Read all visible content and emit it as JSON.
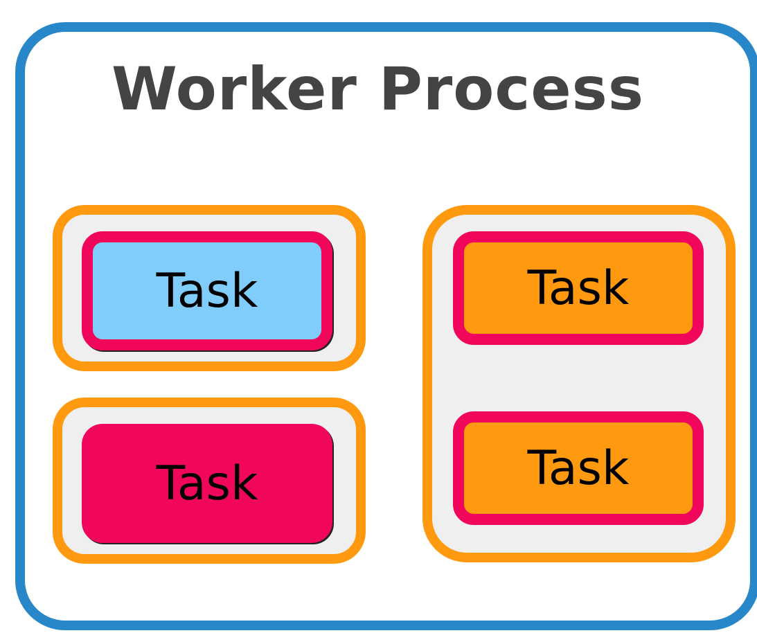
{
  "title": "Worker Process",
  "colors": {
    "worker_border": "#2887c8",
    "group_border": "#ff9a10",
    "group_fill": "#efefef",
    "task_ring": "#f0065a",
    "task_blue": "#80cdfb",
    "task_red": "#f0065a",
    "task_orange": "#ff9a10",
    "title_text": "#444444"
  },
  "groups": [
    {
      "tasks": [
        {
          "label": "Task",
          "fill": "blue",
          "ringed": true
        }
      ]
    },
    {
      "tasks": [
        {
          "label": "Task",
          "fill": "red",
          "ringed": false
        }
      ]
    },
    {
      "tasks": [
        {
          "label": "Task",
          "fill": "orange",
          "ringed": true
        },
        {
          "label": "Task",
          "fill": "orange",
          "ringed": true
        }
      ]
    }
  ]
}
